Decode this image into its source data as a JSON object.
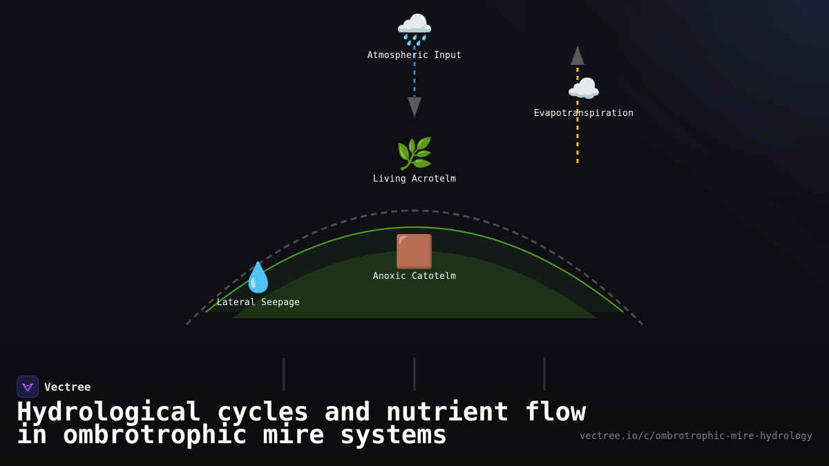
{
  "diagram": {
    "nodes": {
      "atmospheric_input": {
        "icon": "rain-cloud-icon",
        "glyph": "🌧️",
        "label": "Atmospheric Input"
      },
      "evapotranspiration": {
        "icon": "cloud-icon",
        "glyph": "☁️",
        "label": "Evapotranspiration"
      },
      "living_acrotelm": {
        "icon": "herb-icon",
        "glyph": "🌿",
        "label": "Living Acrotelm"
      },
      "anoxic_catotelm": {
        "icon": "brown-square-icon",
        "glyph": "🟫",
        "label": "Anoxic Catotelm"
      },
      "lateral_seepage": {
        "icon": "droplet-icon",
        "glyph": "💧",
        "label": "Lateral Seepage"
      }
    },
    "colors": {
      "background": "#0e0e12",
      "input_flow": "#3b82f6",
      "evap_flow": "#f5b942",
      "arrow": "#5a5a5a",
      "mire_outline": "#4fa31f",
      "mire_fill": "#1c3318",
      "outer_dome": "#4a4a4a"
    }
  },
  "brand": {
    "name": "Vectree"
  },
  "title": "Hydrological cycles and nutrient flow in ombrotrophic mire systems",
  "url": "vectree.io/c/ombrotrophic-mire-hydrology"
}
